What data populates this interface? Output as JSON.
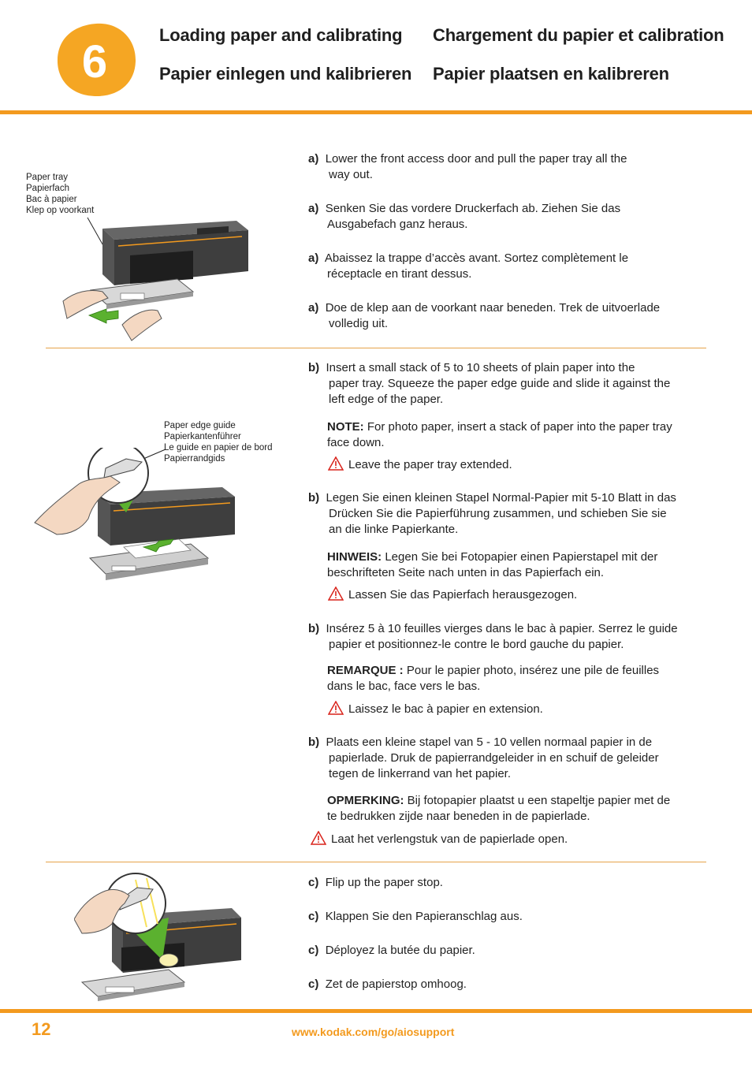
{
  "header": {
    "step_number": "6",
    "titles": {
      "en": "Loading paper and calibrating",
      "fr": "Chargement du papier et calibration",
      "de": "Papier einlegen und kalibrieren",
      "nl": "Papier plaatsen en kalibreren"
    }
  },
  "section_a": {
    "callout": [
      "Paper tray",
      "Papierfach",
      "Bac à papier",
      "Klep op voorkant"
    ],
    "steps": [
      {
        "label": "a)",
        "lines": [
          "Lower the front access door and pull the paper tray all the",
          "way out."
        ]
      },
      {
        "label": "a)",
        "lines": [
          "Senken Sie das vordere Druckerfach ab. Ziehen Sie das",
          "Ausgabefach ganz heraus."
        ]
      },
      {
        "label": "a)",
        "lines": [
          "Abaissez la trappe d’accès avant.  Sortez complètement le",
          "réceptacle en tirant dessus."
        ]
      },
      {
        "label": "a)",
        "lines": [
          "Doe de klep aan de voorkant naar beneden. Trek de uitvoerlade",
          "volledig uit."
        ]
      }
    ]
  },
  "section_b": {
    "callout": [
      "Paper edge guide",
      "Papierkantenführer",
      "Le guide en papier de bord",
      "Papierrandgids"
    ],
    "steps": [
      {
        "label": "b)",
        "lines": [
          "Insert a small stack of 5 to 10 sheets of plain paper into the",
          "paper tray. Squeeze the paper edge guide and slide it against the",
          "left edge of the paper."
        ],
        "note_label": "NOTE:",
        "note_lines": [
          "For photo paper, insert a stack of paper into the paper tray",
          "face down."
        ],
        "warning": "Leave the paper tray extended."
      },
      {
        "label": "b)",
        "lines": [
          "Legen Sie einen kleinen Stapel Normal-Papier mit 5-10 Blatt in das",
          "Drücken Sie die Papierführung zusammen, und schieben Sie sie",
          "an die linke Papierkante."
        ],
        "note_label": "HINWEIS:",
        "note_lines": [
          "Legen Sie bei Fotopapier einen Papierstapel mit der",
          "beschrifteten Seite nach unten in das Papierfach ein."
        ],
        "warning": "Lassen Sie das Papierfach herausgezogen."
      },
      {
        "label": "b)",
        "lines": [
          "Insérez 5 à 10 feuilles vierges dans le bac à papier. Serrez le guide",
          "papier et positionnez-le contre le bord gauche du papier."
        ],
        "note_label": "REMARQUE :",
        "note_lines": [
          "Pour le papier photo, insérez une pile de feuilles",
          "dans le bac, face vers le bas."
        ],
        "warning": "Laissez le bac à papier en extension."
      },
      {
        "label": "b)",
        "lines": [
          "Plaats een kleine stapel van 5 - 10 vellen normaal papier in de",
          "papierlade. Druk de papierrandgeleider in en schuif de geleider",
          "tegen de linkerrand van het papier."
        ],
        "note_label": "OPMERKING:",
        "note_lines": [
          "Bij fotopapier plaatst u een stapeltje papier met de",
          "te bedrukken zijde naar beneden in de papierlade."
        ],
        "warning": "Laat het verlengstuk van de papierlade open."
      }
    ]
  },
  "section_c": {
    "steps": [
      {
        "label": "c)",
        "text": "Flip up the paper stop."
      },
      {
        "label": "c)",
        "text": "Klappen Sie den Papieranschlag aus."
      },
      {
        "label": "c)",
        "text": "Déployez la butée du papier."
      },
      {
        "label": "c)",
        "text": "Zet de papierstop omhoog."
      }
    ]
  },
  "footer": {
    "page_number": "12",
    "url": "www.kodak.com/go/aiosupport"
  },
  "colors": {
    "accent": "#f39a1e",
    "badge": "#f5a623",
    "warning": "#d9241c",
    "printer": "#4a4a4a"
  }
}
